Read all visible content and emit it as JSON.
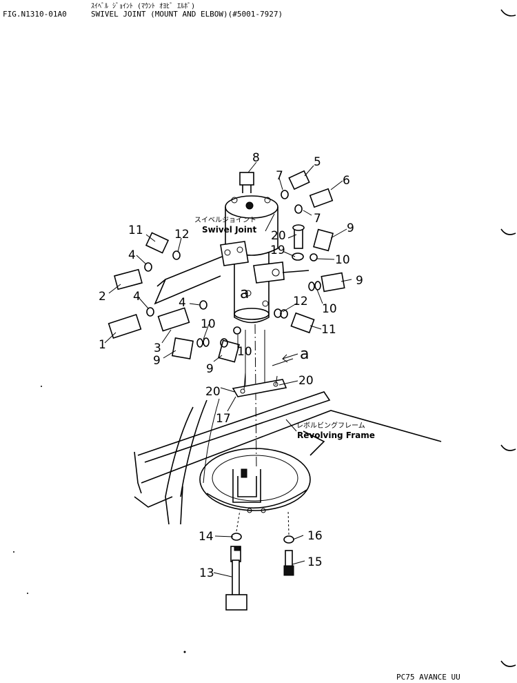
{
  "header": {
    "japanese_title": "ｽｲﾍﾞﾙ ｼﾞｮｲﾝﾄ (ﾏｳﾝﾄ ｵﾖﾋﾞ ｴﾙﾎﾞ)",
    "figure_number": "FIG.N1310-01A0",
    "title": "SWIVEL JOINT (MOUNT AND ELBOW)(#5001-7927)"
  },
  "footer": {
    "model": "PC75 AVANCE UU"
  },
  "captions": {
    "swivel_joint_jp": "スイベルジョイント",
    "swivel_joint": "Swivel Joint",
    "revolving_frame_jp": "レボルビングフレーム",
    "revolving_frame": "Revolving Frame",
    "ref_a_top": "a",
    "ref_a_arrow": "a"
  },
  "part_labels": {
    "p1": "1",
    "p2": "2",
    "p3": "3",
    "p4a": "4",
    "p4b": "4",
    "p4c": "4",
    "p5": "5",
    "p6": "6",
    "p7a": "7",
    "p7b": "7",
    "p8": "8",
    "p9a": "9",
    "p9b": "9",
    "p9c": "9",
    "p9d": "9",
    "p10a": "10",
    "p10b": "10",
    "p10c": "10",
    "p10d": "10",
    "p11a": "11",
    "p11b": "11",
    "p12a": "12",
    "p12b": "12",
    "p13": "13",
    "p14": "14",
    "p15": "15",
    "p16": "16",
    "p17": "17",
    "p19": "19",
    "p20a": "20",
    "p20b": "20",
    "p20c": "20"
  }
}
